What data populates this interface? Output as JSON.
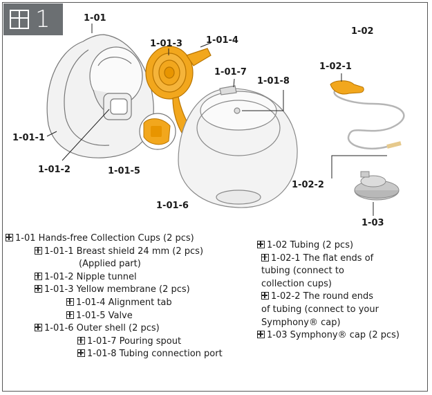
{
  "section": {
    "number": "1"
  },
  "callouts": {
    "c1_01": "1-01",
    "c1_01_1": "1-01-1",
    "c1_01_2": "1-01-2",
    "c1_01_3": "1-01-3",
    "c1_01_4": "1-01-4",
    "c1_01_5": "1-01-5",
    "c1_01_6": "1-01-6",
    "c1_01_7": "1-01-7",
    "c1_01_8": "1-01-8",
    "c1_02": "1-02",
    "c1_02_1": "1-02-1",
    "c1_02_2": "1-02-2",
    "c1_03": "1-03"
  },
  "legend_left": [
    "1-01 Hands-free Collection Cups (2 pcs)",
    "1-01-1 Breast shield 24 mm (2 pcs)",
    "(Applied part)",
    "1-01-2 Nipple tunnel",
    "1-01-3 Yellow membrane (2 pcs)",
    "1-01-4 Alignment tab",
    "1-01-5 Valve",
    "1-01-6 Outer shell (2 pcs)",
    "1-01-7 Pouring spout",
    "1-01-8 Tubing connection port"
  ],
  "legend_right": [
    "1-02 Tubing (2 pcs)",
    "1-02-1 The flat ends of",
    "tubing (connect to",
    "collection cups)",
    "1-02-2 The round ends",
    "of tubing (connect to your",
    "Symphony® cap)",
    "1-03 Symphony® cap (2 pcs)"
  ],
  "colors": {
    "badge": "#6b6f72",
    "membrane": "#f2a71d",
    "frame": "#555555"
  },
  "icons": {
    "section": "grid-square-icon",
    "item": "grid-square-icon"
  }
}
